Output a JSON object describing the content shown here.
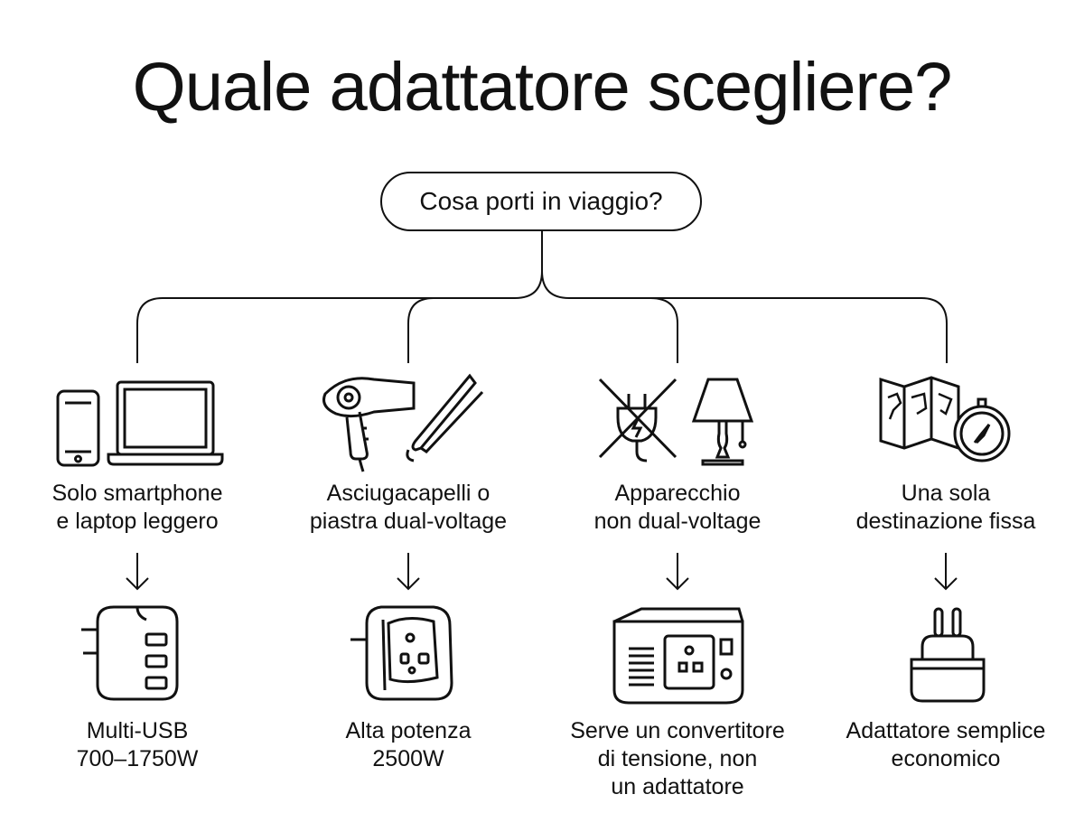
{
  "title": "Quale adattatore scegliere?",
  "root": "Cosa porti in viaggio?",
  "branches": [
    {
      "question": [
        "Solo smartphone",
        "e laptop leggero"
      ],
      "answer": [
        "Multi-USB",
        "700–1750W"
      ]
    },
    {
      "question": [
        "Asciugacapelli o",
        "piastra dual-voltage"
      ],
      "answer": [
        "Alta potenza",
        "2500W"
      ]
    },
    {
      "question": [
        "Apparecchio",
        "non dual-voltage"
      ],
      "answer": [
        "Serve un convertitore",
        "di tensione, non",
        "un adattatore"
      ]
    },
    {
      "question": [
        "Una sola",
        "destinazione fissa"
      ],
      "answer": [
        "Adattatore semplice",
        "economico"
      ]
    }
  ]
}
